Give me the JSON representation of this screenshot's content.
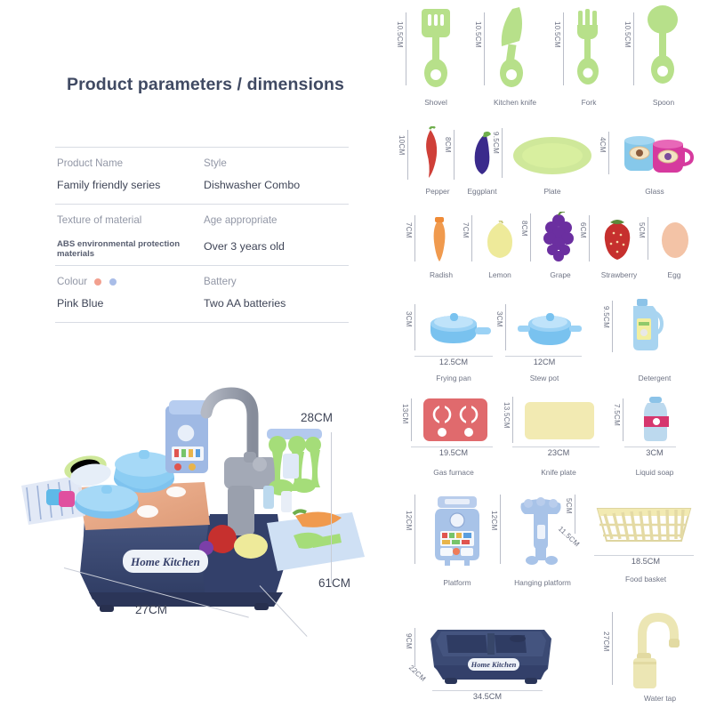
{
  "page": {
    "title": "Product parameters / dimensions",
    "background": "#ffffff",
    "title_color": "#404a63"
  },
  "spec_table": {
    "groups": [
      {
        "label_left": "Product Name",
        "label_right": "Style",
        "value_left": "Family friendly series",
        "value_right": "Dishwasher Combo"
      },
      {
        "label_left": "Texture of material",
        "label_right": "Age appropriate",
        "value_left": "ABS environmental protection materials",
        "value_right": "Over 3 years old"
      },
      {
        "label_left": "Colour",
        "label_right": "Battery",
        "value_left": "Pink Blue",
        "value_right": "Two AA batteries",
        "swatches": [
          "#f2a08f",
          "#a9bde8"
        ]
      }
    ]
  },
  "product_photo": {
    "brand_label": "Home Kitchen",
    "dim_height": "28CM",
    "dim_width": "27CM",
    "dim_depth": "61CM",
    "body_color": "#3b4a74",
    "counter_color": "#e8a988",
    "faucet_color": "#9aa0ad"
  },
  "parts": {
    "rows": [
      {
        "row_name": "utensils",
        "items": [
          {
            "name": "Shovel",
            "dim_v": "10.5CM",
            "icon": "spatula-icon",
            "color": "#b7e08a"
          },
          {
            "name": "Kitchen knife",
            "dim_v": "10.5CM",
            "icon": "knife-icon",
            "color": "#b7e08a"
          },
          {
            "name": "Fork",
            "dim_v": "10.5CM",
            "icon": "fork-icon",
            "color": "#b7e08a"
          },
          {
            "name": "Spoon",
            "dim_v": "10.5CM",
            "icon": "spoon-icon",
            "color": "#b7e08a"
          }
        ]
      },
      {
        "row_name": "tableware-and-produce",
        "items": [
          {
            "name": "Pepper",
            "dim_v": "10CM",
            "icon": "chili-pepper-icon",
            "color": "#cf3f38"
          },
          {
            "name": "Eggplant",
            "dim_v": "8CM",
            "icon": "eggplant-icon",
            "color": "#3a2a8c"
          },
          {
            "name": "Plate",
            "dim_v": "9.5CM",
            "icon": "plate-icon",
            "color": "#cfe89a"
          },
          {
            "name": "Glass",
            "dim_v": "4CM",
            "icon": "cups-icon",
            "color": "#86c8ea"
          }
        ]
      },
      {
        "row_name": "fruit-and-vegetables",
        "items": [
          {
            "name": "Radish",
            "dim_v": "7CM",
            "icon": "carrot-icon",
            "color": "#f09a4e"
          },
          {
            "name": "Lemon",
            "dim_v": "7CM",
            "icon": "lemon-icon",
            "color": "#eeea9a"
          },
          {
            "name": "Grape",
            "dim_v": "8CM",
            "icon": "grape-icon",
            "color": "#6b2fa0"
          },
          {
            "name": "Strawberry",
            "dim_v": "6CM",
            "icon": "strawberry-icon",
            "color": "#c6302e"
          },
          {
            "name": "Egg",
            "dim_v": "5CM",
            "icon": "egg-icon",
            "color": "#f3c3a6"
          }
        ]
      },
      {
        "row_name": "cookware",
        "items": [
          {
            "name": "Frying pan",
            "dim_v": "3CM",
            "dim_h": "12.5CM",
            "icon": "frying-pan-icon",
            "color": "#79c2ef"
          },
          {
            "name": "Stew pot",
            "dim_v": "3CM",
            "dim_h": "12CM",
            "icon": "stew-pot-icon",
            "color": "#79c2ef"
          },
          {
            "name": "Detergent",
            "dim_v": "9.5CM",
            "icon": "detergent-bottle-icon",
            "color": "#a8d4f0"
          }
        ]
      },
      {
        "row_name": "appliances",
        "items": [
          {
            "name": "Gas furnace",
            "dim_v": "13CM",
            "dim_h": "19.5CM",
            "icon": "gas-stove-icon",
            "color": "#e06a6d"
          },
          {
            "name": "Knife plate",
            "dim_v": "13.5CM",
            "dim_h": "23CM",
            "icon": "cutting-board-icon",
            "color": "#f2eab2"
          },
          {
            "name": "Liquid soap",
            "dim_v": "7.5CM",
            "dim_h": "3CM",
            "icon": "soap-bottle-icon",
            "color": "#bcd9ee"
          }
        ]
      },
      {
        "row_name": "platforms-and-basket",
        "items": [
          {
            "name": "Platform",
            "dim_v": "12CM",
            "icon": "control-panel-icon",
            "color": "#a8c3e8"
          },
          {
            "name": "Hanging platform",
            "dim_v": "12CM",
            "icon": "hanging-rack-icon",
            "color": "#a8c3e8"
          },
          {
            "name": "Food basket",
            "dim_v": "5CM",
            "dim_d": "11.5CM",
            "dim_h": "18.5CM",
            "icon": "basket-icon",
            "color": "#f2eab2"
          }
        ]
      },
      {
        "row_name": "sink-and-tap",
        "items": [
          {
            "name": "",
            "dim_v": "9CM",
            "dim_d": "22CM",
            "dim_h": "34.5CM",
            "icon": "sink-basin-icon",
            "color": "#3b4a74",
            "badge": "Home Kitchen"
          },
          {
            "name": "Water tap",
            "dim_v": "27CM",
            "icon": "faucet-icon",
            "color": "#ece6b4"
          }
        ]
      }
    ]
  }
}
